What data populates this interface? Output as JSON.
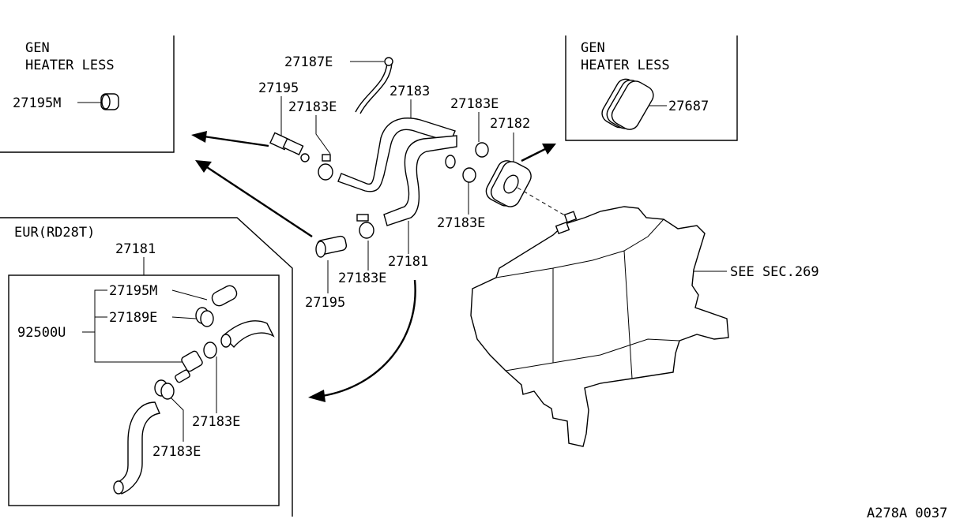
{
  "insets": {
    "gen_left": {
      "line1": "GEN",
      "line2": "HEATER LESS",
      "part": "27195M"
    },
    "gen_right": {
      "line1": "GEN",
      "line2": "HEATER LESS",
      "part": "27687"
    },
    "eur": {
      "title": "EUR(RD28T)",
      "assembly": "27181"
    }
  },
  "labels": {
    "p27187E": "27187E",
    "p27195_top": "27195",
    "p27183E_a": "27183E",
    "p27183": "27183",
    "p27183E_b": "27183E",
    "p27182": "27182",
    "p27183E_c": "27183E",
    "p27181": "27181",
    "p27183E_d": "27183E",
    "p27195_bottom": "27195",
    "see_sec": "SEE SEC.269",
    "e_27195M": "27195M",
    "e_27189E": "27189E",
    "e_92500U": "92500U",
    "e_27183E_a": "27183E",
    "e_27183E_b": "27183E"
  },
  "footer": {
    "code": "A278A 0037"
  }
}
